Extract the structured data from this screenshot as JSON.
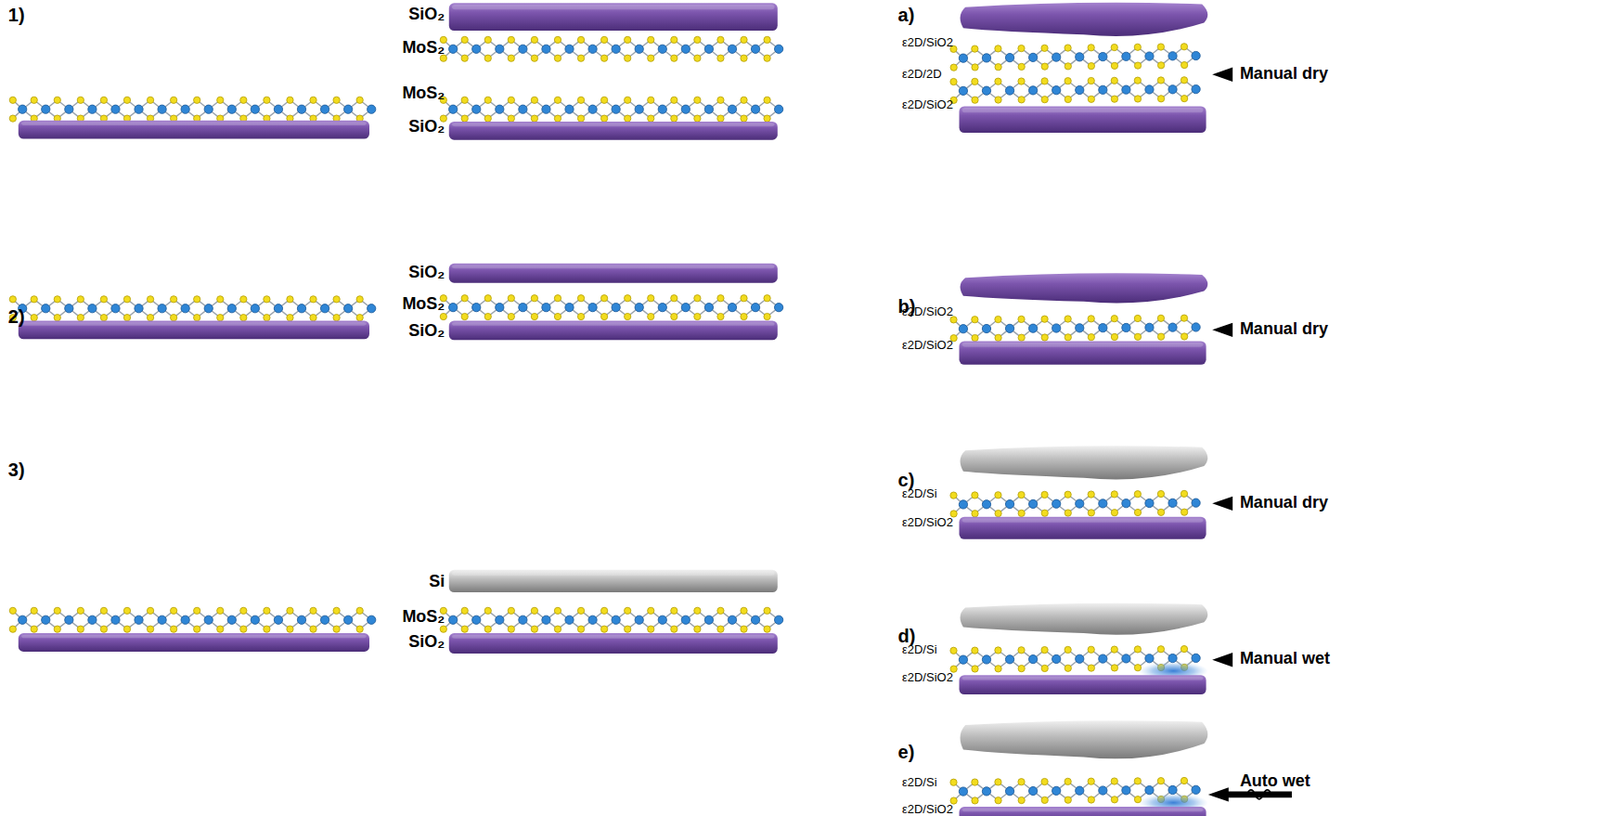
{
  "diagram": {
    "labels": [
      "1)",
      "SiO₂",
      "MoS₂",
      "MoS₂",
      "SiO₂",
      "a)",
      "ε2D/SiO2",
      "ε2D/2D",
      "ε2D/SiO2",
      "Manual dry",
      "2)",
      "SiO₂",
      "MoS₂",
      "SiO₂",
      "b)",
      "ε2D/SiO2",
      "ε2D/SiO2",
      "Manual dry",
      "3)",
      "c)",
      "ε2D/Si",
      "ε2D/SiO2",
      "Manual dry",
      "Si",
      "MoS₂",
      "SiO₂",
      "d)",
      "ε2D/Si",
      "ε2D/SiO2",
      "Manual wet",
      "e)",
      "ε2D/Si",
      "ε2D/SiO2",
      "Auto wet"
    ]
  }
}
